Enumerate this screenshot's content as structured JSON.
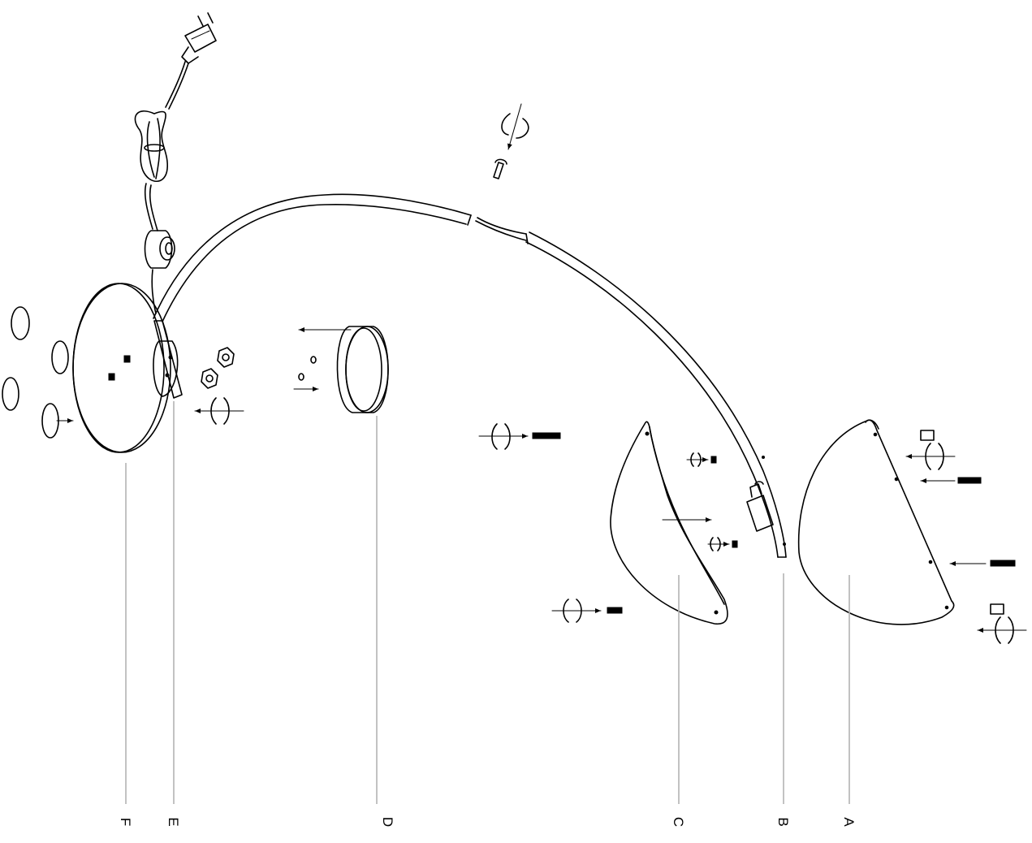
{
  "diagram": {
    "parts": [
      {
        "id": "F",
        "label": "F"
      },
      {
        "id": "E",
        "label": "E"
      },
      {
        "id": "D",
        "label": "D"
      },
      {
        "id": "C",
        "label": "C"
      },
      {
        "id": "B",
        "label": "B"
      },
      {
        "id": "A",
        "label": "A"
      }
    ]
  }
}
